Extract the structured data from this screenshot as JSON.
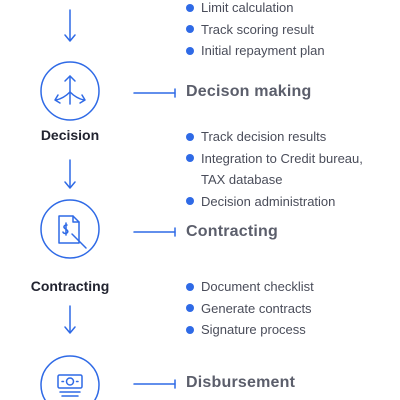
{
  "colors": {
    "accent": "#2f6ae6",
    "heading": "#5b5e6b",
    "text": "#4a4d5a"
  },
  "top_bullets": [
    "Limit calculation",
    "Track scoring result",
    "Initial repayment plan"
  ],
  "stages": [
    {
      "label": "Decision",
      "icon": "decision-arrows-icon",
      "heading": "Decison making",
      "bullets": [
        "Track decision results",
        "Integration to Credit bureau,",
        "TAX database",
        "Decision administration"
      ]
    },
    {
      "label": "Contracting",
      "icon": "document-contract-icon",
      "heading": "Contracting",
      "bullets": [
        "Document checklist",
        "Generate contracts",
        "Signature process"
      ]
    },
    {
      "label": "",
      "icon": "money-disbursement-icon",
      "heading": "Disbursement",
      "bullets": []
    }
  ]
}
